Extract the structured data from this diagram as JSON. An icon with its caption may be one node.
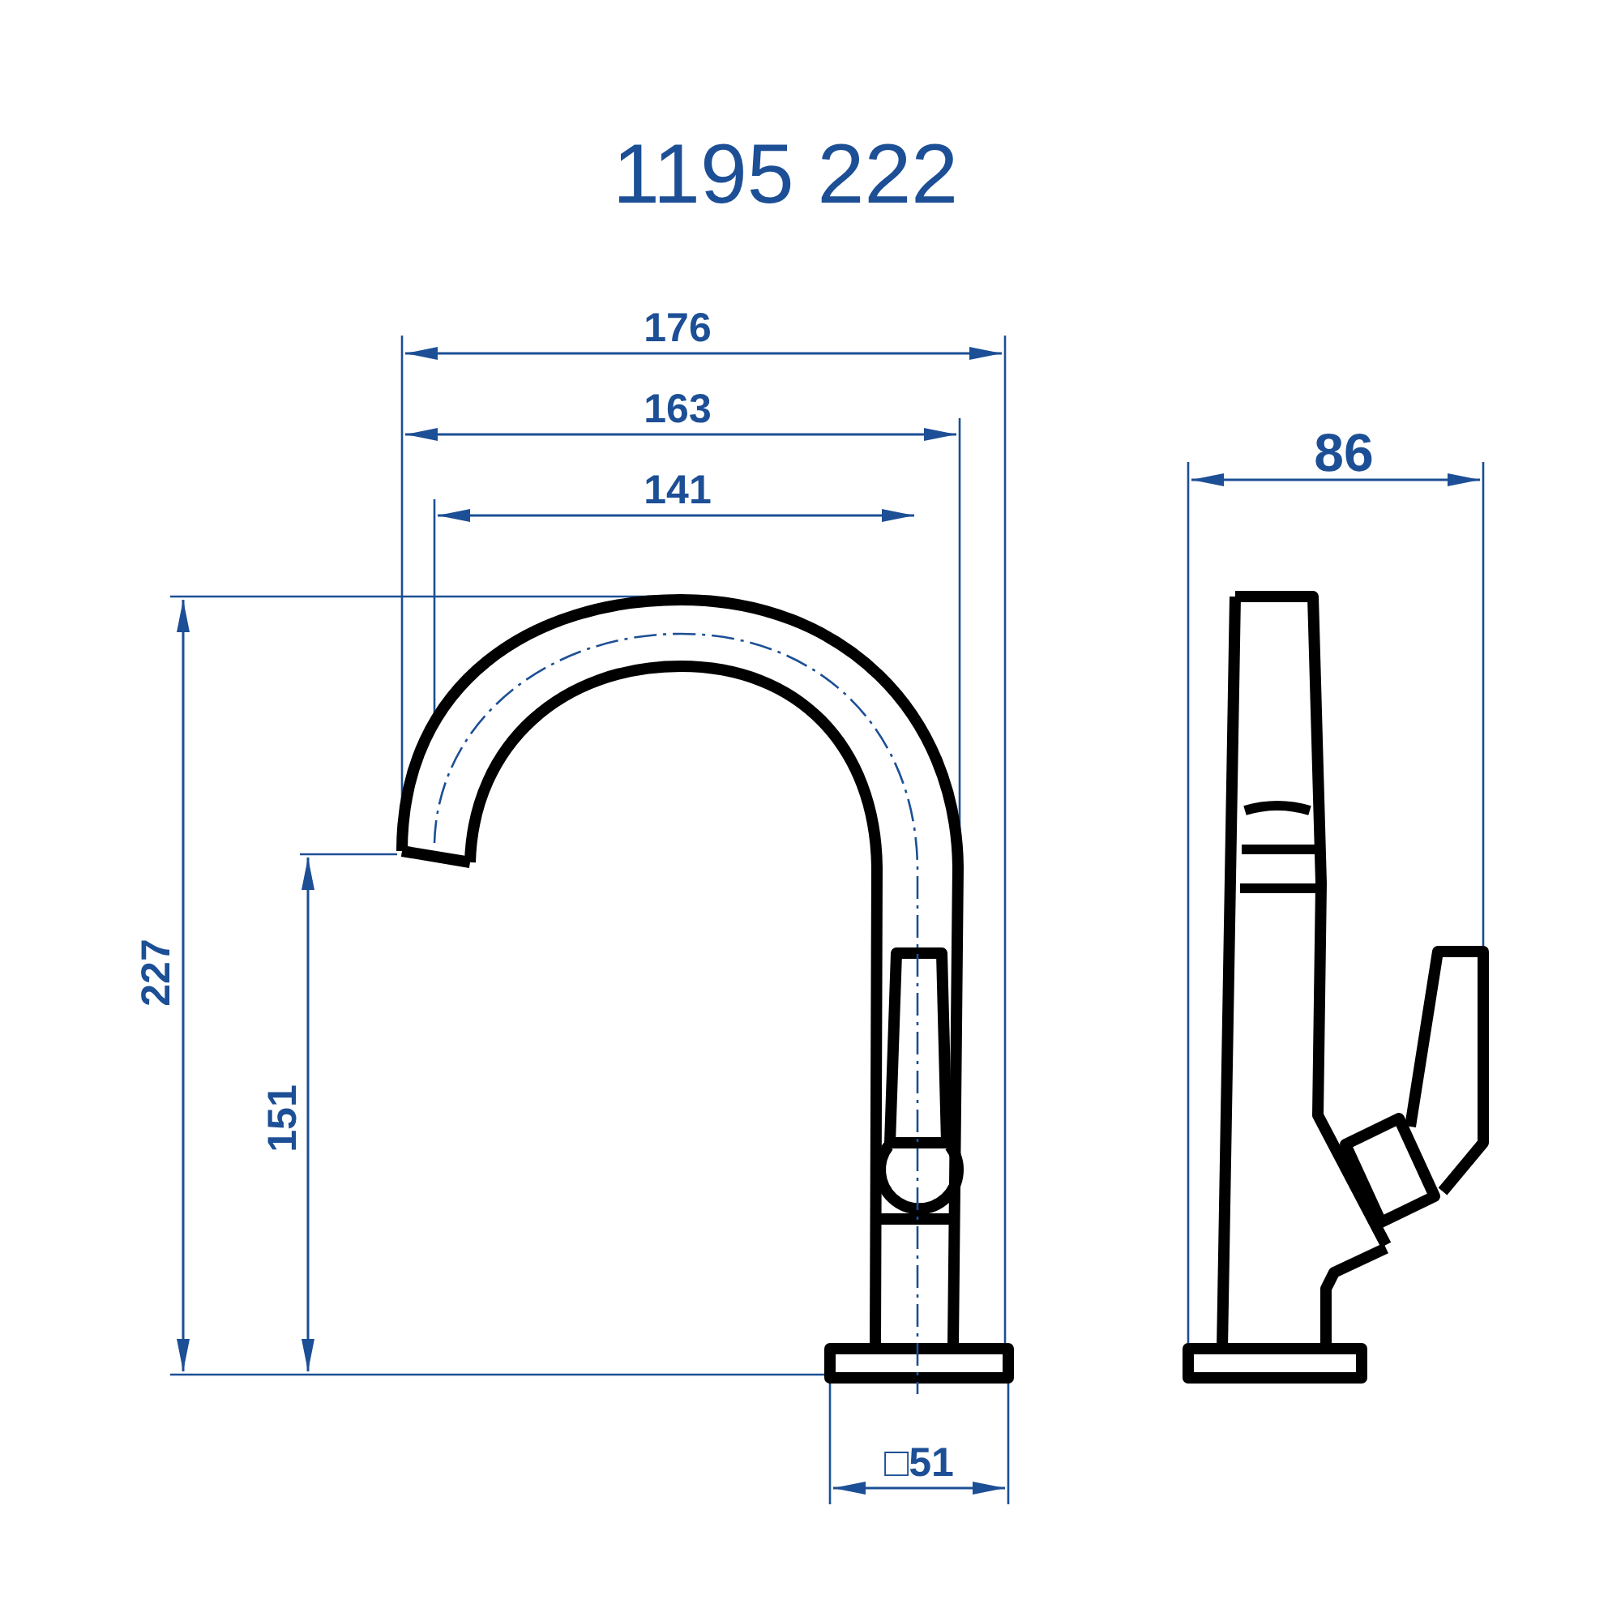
{
  "diagram": {
    "title": "1195 222",
    "labels": [
      "176",
      "163",
      "141",
      "86",
      "227",
      "151",
      "□51"
    ]
  }
}
